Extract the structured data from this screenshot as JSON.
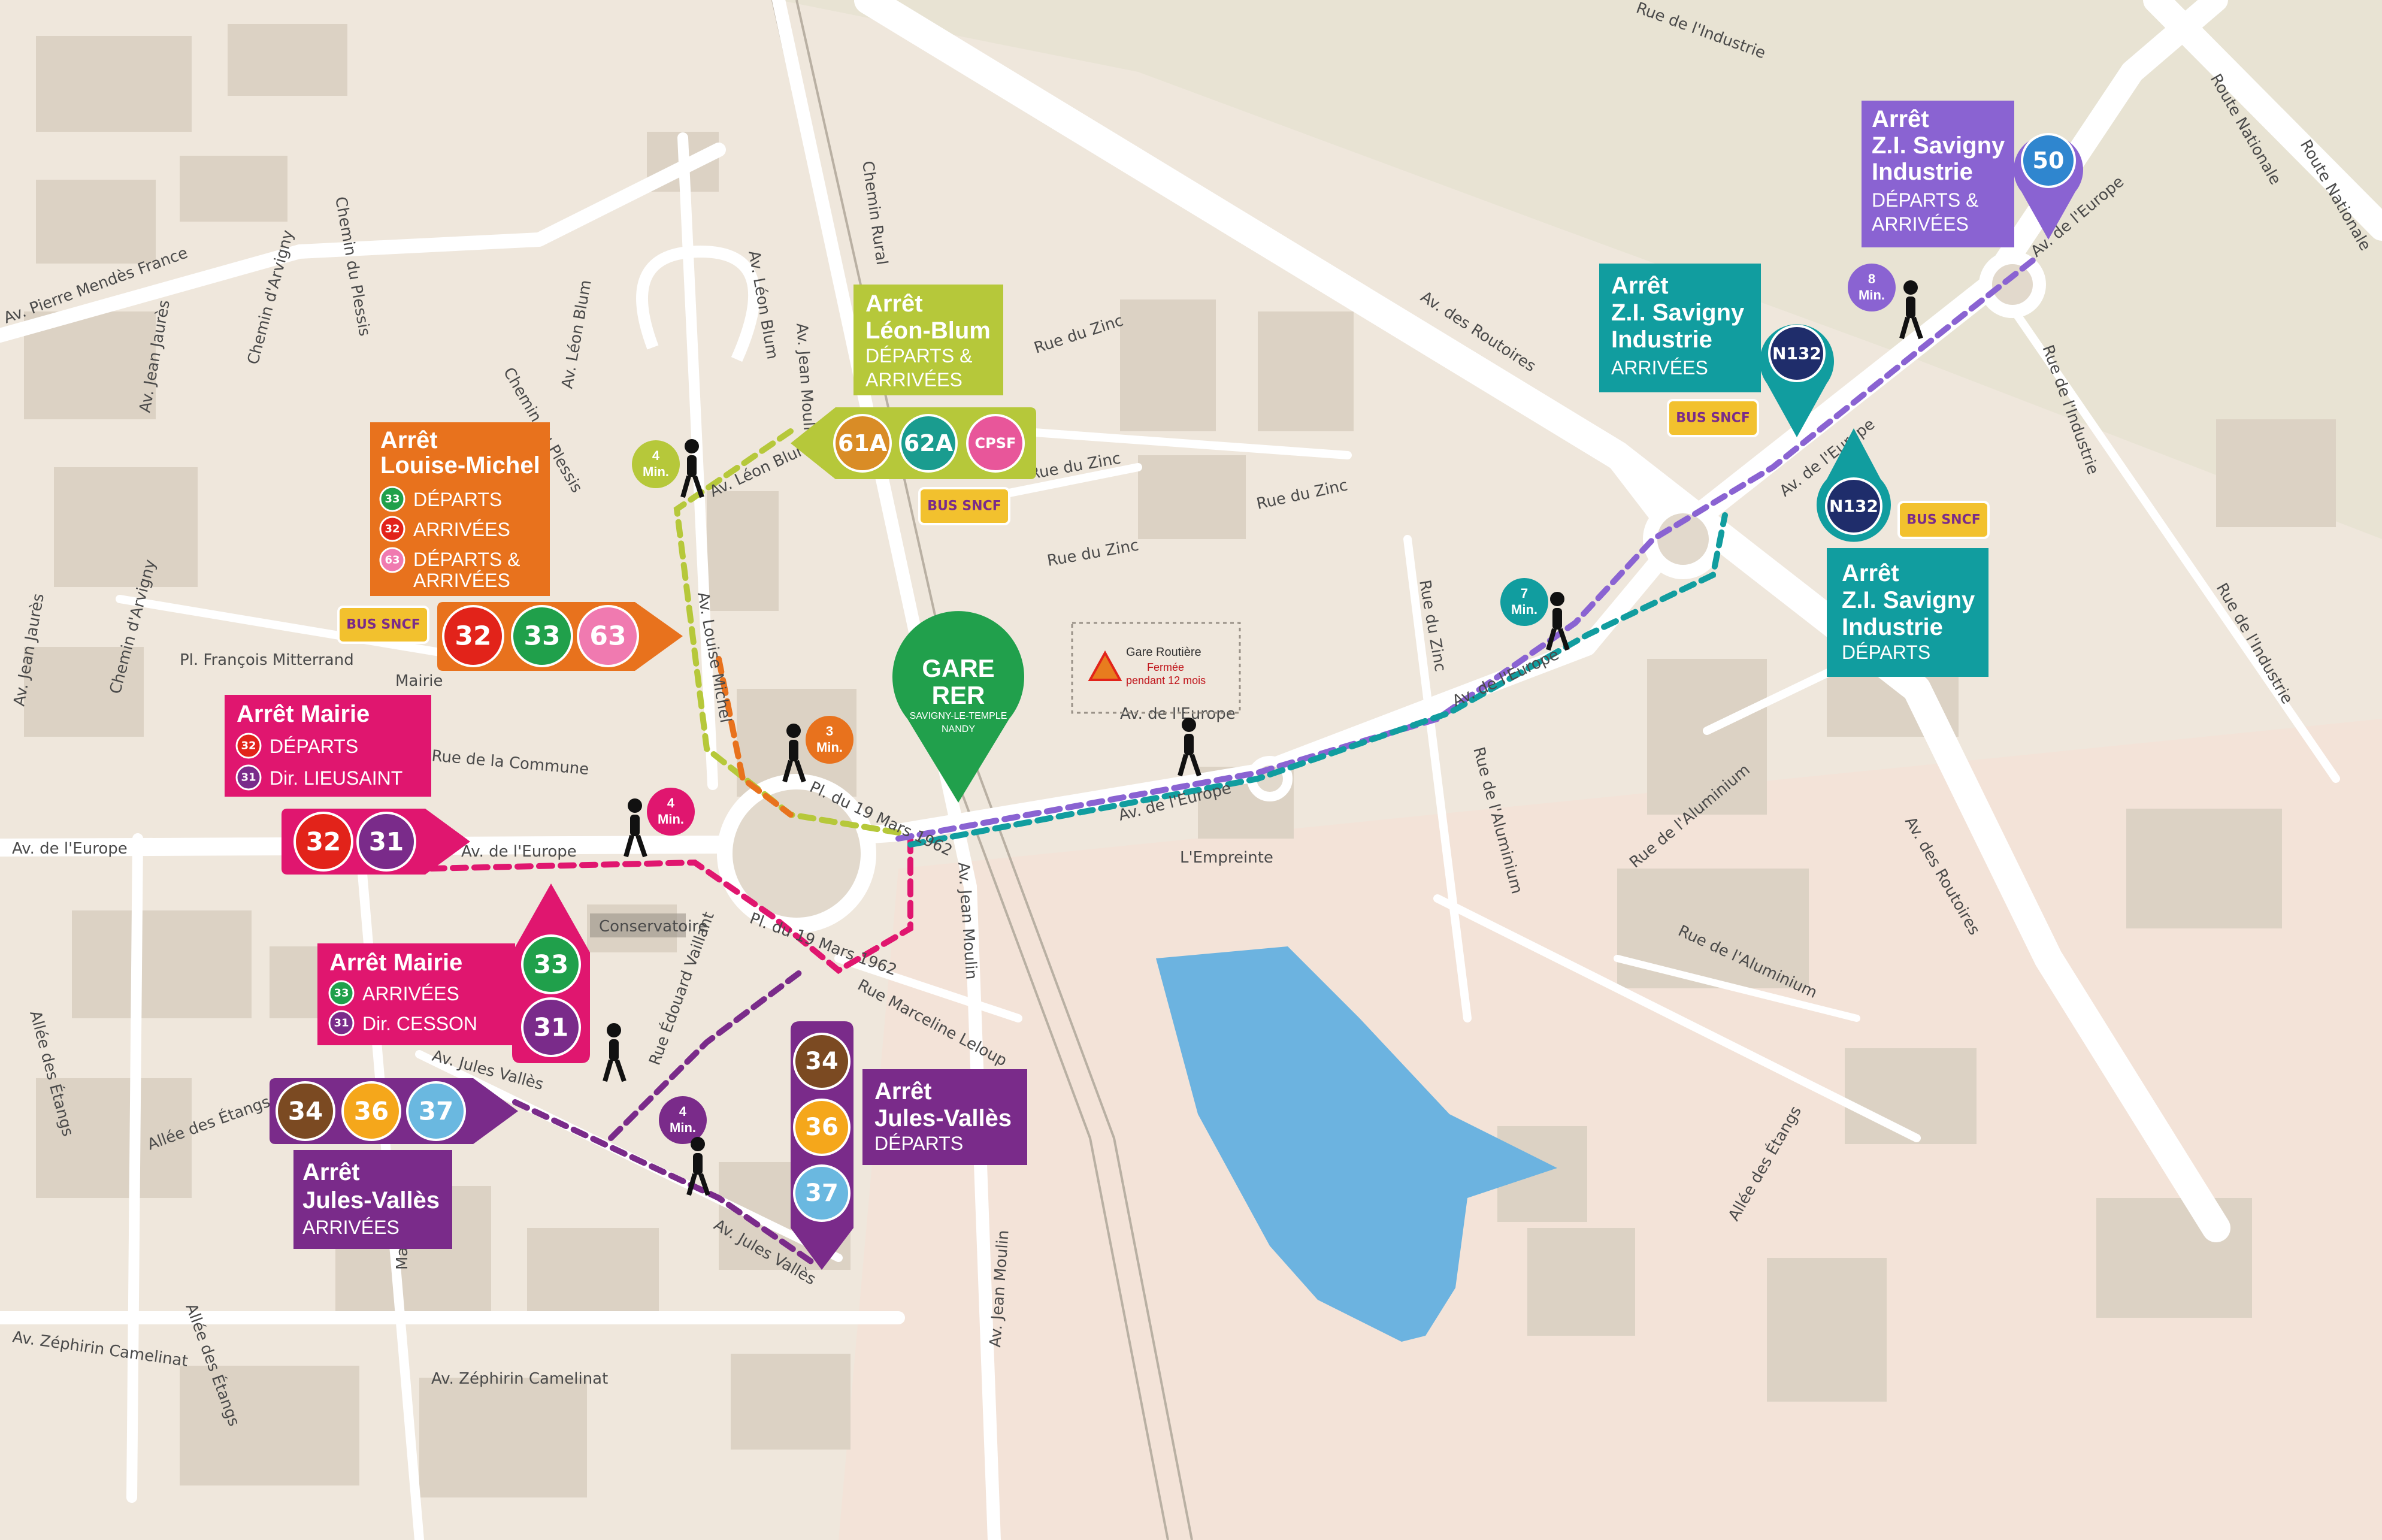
{
  "colors": {
    "background": "#efe7dc",
    "block": "#e2d9cc",
    "building": "#d6cdbf",
    "road": "#ffffff",
    "lake": "#6cb3e0",
    "green_label": "#b6c83a",
    "orange": "#e8721d",
    "magenta": "#e0166f",
    "purple": "#7a2b8a",
    "teal": "#119d9f",
    "violet": "#8a63d2",
    "navy": "#1f2d6b",
    "gare_green": "#21a04c",
    "sncf_yellow": "#f2c12e"
  },
  "gare": {
    "line1": "GARE",
    "line2": "RER",
    "line3": "SAVIGNY-LE-TEMPLE",
    "line4": "NANDY"
  },
  "gare_routiere": {
    "title": "Gare Routière",
    "line1": "Fermée",
    "line2": "pendant 12 mois"
  },
  "landmarks": {
    "mairie": "Mairie",
    "conservatoire": "Conservatoire",
    "empreinte": "L'Empreinte"
  },
  "bus_sncf": "BUS SNCF",
  "walk_min": "Min.",
  "stops": {
    "leon_blum": {
      "title1": "Arrêt",
      "title2": "Léon-Blum",
      "sub1": "DÉPARTS &",
      "sub2": "ARRIVÉES",
      "lines": [
        "61A",
        "62A",
        "CPSF"
      ],
      "walk": "4"
    },
    "louise_michel": {
      "title1": "Arrêt",
      "title2": "Louise-Michel",
      "l1_num": "33",
      "l1_text": "DÉPARTS",
      "l2_num": "32",
      "l2_text": "ARRIVÉES",
      "l3_num": "63",
      "l3_text1": "DÉPARTS &",
      "l3_text2": "ARRIVÉES",
      "lines": [
        "32",
        "33",
        "63"
      ],
      "walk": "3"
    },
    "mairie_departs": {
      "title": "Arrêt Mairie",
      "l1_num": "32",
      "l1_text": "DÉPARTS",
      "l2_num": "31",
      "l2_text": "Dir. LIEUSAINT",
      "lines": [
        "32",
        "31"
      ],
      "walk": "4"
    },
    "mairie_arrivees": {
      "title": "Arrêt Mairie",
      "l1_num": "33",
      "l1_text": "ARRIVÉES",
      "l2_num": "31",
      "l2_text": "Dir. CESSON",
      "lines": [
        "33",
        "31"
      ]
    },
    "jules_valles_arrivees": {
      "title1": "Arrêt",
      "title2": "Jules-Vallès",
      "sub": "ARRIVÉES",
      "lines": [
        "34",
        "36",
        "37"
      ],
      "walk": "4"
    },
    "jules_valles_departs": {
      "title1": "Arrêt",
      "title2": "Jules-Vallès",
      "sub": "DÉPARTS",
      "lines": [
        "34",
        "36",
        "37"
      ]
    },
    "zi_departs_arrivees": {
      "title1": "Arrêt",
      "title2": "Z.I. Savigny",
      "title3": "Industrie",
      "sub1": "DÉPARTS &",
      "sub2": "ARRIVÉES",
      "line": "50",
      "walk": "8"
    },
    "zi_arrivees": {
      "title1": "Arrêt",
      "title2": "Z.I. Savigny",
      "title3": "Industrie",
      "sub": "ARRIVÉES",
      "line": "N132",
      "walk": "7"
    },
    "zi_departs": {
      "title1": "Arrêt",
      "title2": "Z.I. Savigny",
      "title3": "Industrie",
      "sub": "DÉPARTS",
      "line": "N132"
    }
  },
  "line_colors": {
    "31": "#7a2b8a",
    "32": "#e2231a",
    "33": "#20a04b",
    "63": "#f07ab0",
    "34": "#7b4a22",
    "36": "#f5a71b",
    "37": "#6ab8e0",
    "61A": "#d98c26",
    "62A": "#1a9c8f",
    "CPSF": "#e8569a",
    "50": "#2f86cf",
    "N132": "#1f2d6b"
  },
  "streets": {
    "av_europe": "Av. de l'Europe",
    "av_jean_moulin": "Av. Jean Moulin",
    "av_leon_blum": "Av. Léon Blum",
    "av_louise_michel": "Av. Louise Michel",
    "av_jules_valles": "Av. Jules Vallès",
    "av_routoires": "Av. des Routoires",
    "av_pierre_mendes_france": "Av. Pierre Mendès France",
    "av_jean_jaures": "Av. Jean Jaurès",
    "av_zephirin_camelinat": "Av. Zéphirin Camelinat",
    "pl_francois_mitterrand": "Pl. François Mitterrand",
    "pl_19_mars": "Pl. du 19 Mars 1962",
    "rue_zinc": "Rue du Zinc",
    "rue_industrie": "Rue de l'Industrie",
    "rue_aluminium": "Rue de l'Aluminium",
    "rue_marceline_leloup": "Rue Marceline Leloup",
    "rue_edouard_vaillant": "Rue Édouard Vaillant",
    "rue_commune": "Rue de la Commune",
    "rue_malon": "Malon",
    "chemin_rural": "Chemin Rural",
    "chemin_plessis": "Chemin du Plessis",
    "chemin_arvigny": "Chemin d'Arvigny",
    "allee_etangs": "Allée des Étangs",
    "route_nationale": "Route Nationale"
  }
}
